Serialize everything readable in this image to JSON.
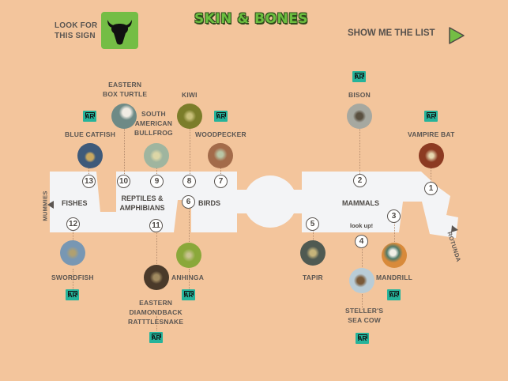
{
  "header": {
    "sign_label_line1": "LOOK FOR",
    "sign_label_line2": "THIS SIGN",
    "sign_icon": "bison-skull-icon",
    "title": "SKIN & BONES",
    "show_list_label": "SHOW ME THE LIST",
    "show_list_icon": "play-arrow-icon"
  },
  "colors": {
    "background": "#f3c59c",
    "floor": "#f3f4f6",
    "accent_green": "#74bd45",
    "ar_badge": "#25b39a",
    "text": "#5b5652"
  },
  "ar_badge_label": "AR",
  "exits": {
    "left": "MUMMIES",
    "right": "ROTUNDA"
  },
  "halls": {
    "fishes": "FISHES",
    "reptiles_line1": "REPTILES &",
    "reptiles_line2": "AMPHIBIANS",
    "birds": "BIRDS",
    "mammals": "MAMMALS",
    "look_up": "look up!"
  },
  "exhibits": [
    {
      "number": "1",
      "name": "VAMPIRE BAT",
      "ar": true
    },
    {
      "number": "2",
      "name": "BISON",
      "ar": true
    },
    {
      "number": "3",
      "name": "MANDRILL",
      "ar": true
    },
    {
      "number": "4",
      "name_line1": "STELLER'S",
      "name_line2": "SEA COW",
      "ar": true
    },
    {
      "number": "5",
      "name": "TAPIR",
      "ar": false
    },
    {
      "number": "6",
      "name": "ANHINGA",
      "ar": true
    },
    {
      "number": "7",
      "name": "WOODPECKER",
      "ar": true
    },
    {
      "number": "8",
      "name": "KIWI",
      "ar": false
    },
    {
      "number": "9",
      "name_line1": "SOUTH",
      "name_line2": "AMERICAN",
      "name_line3": "BULLFROG",
      "ar": false
    },
    {
      "number": "10",
      "name_line1": "EASTERN",
      "name_line2": "BOX TURTLE",
      "ar": false
    },
    {
      "number": "11",
      "name_line1": "EASTERN",
      "name_line2": "DIAMONDBACK",
      "name_line3": "RATTTLESNAKE",
      "ar": true
    },
    {
      "number": "12",
      "name": "SWORDFISH",
      "ar": true
    },
    {
      "number": "13",
      "name": "BLUE CATFISH",
      "ar": true
    }
  ]
}
